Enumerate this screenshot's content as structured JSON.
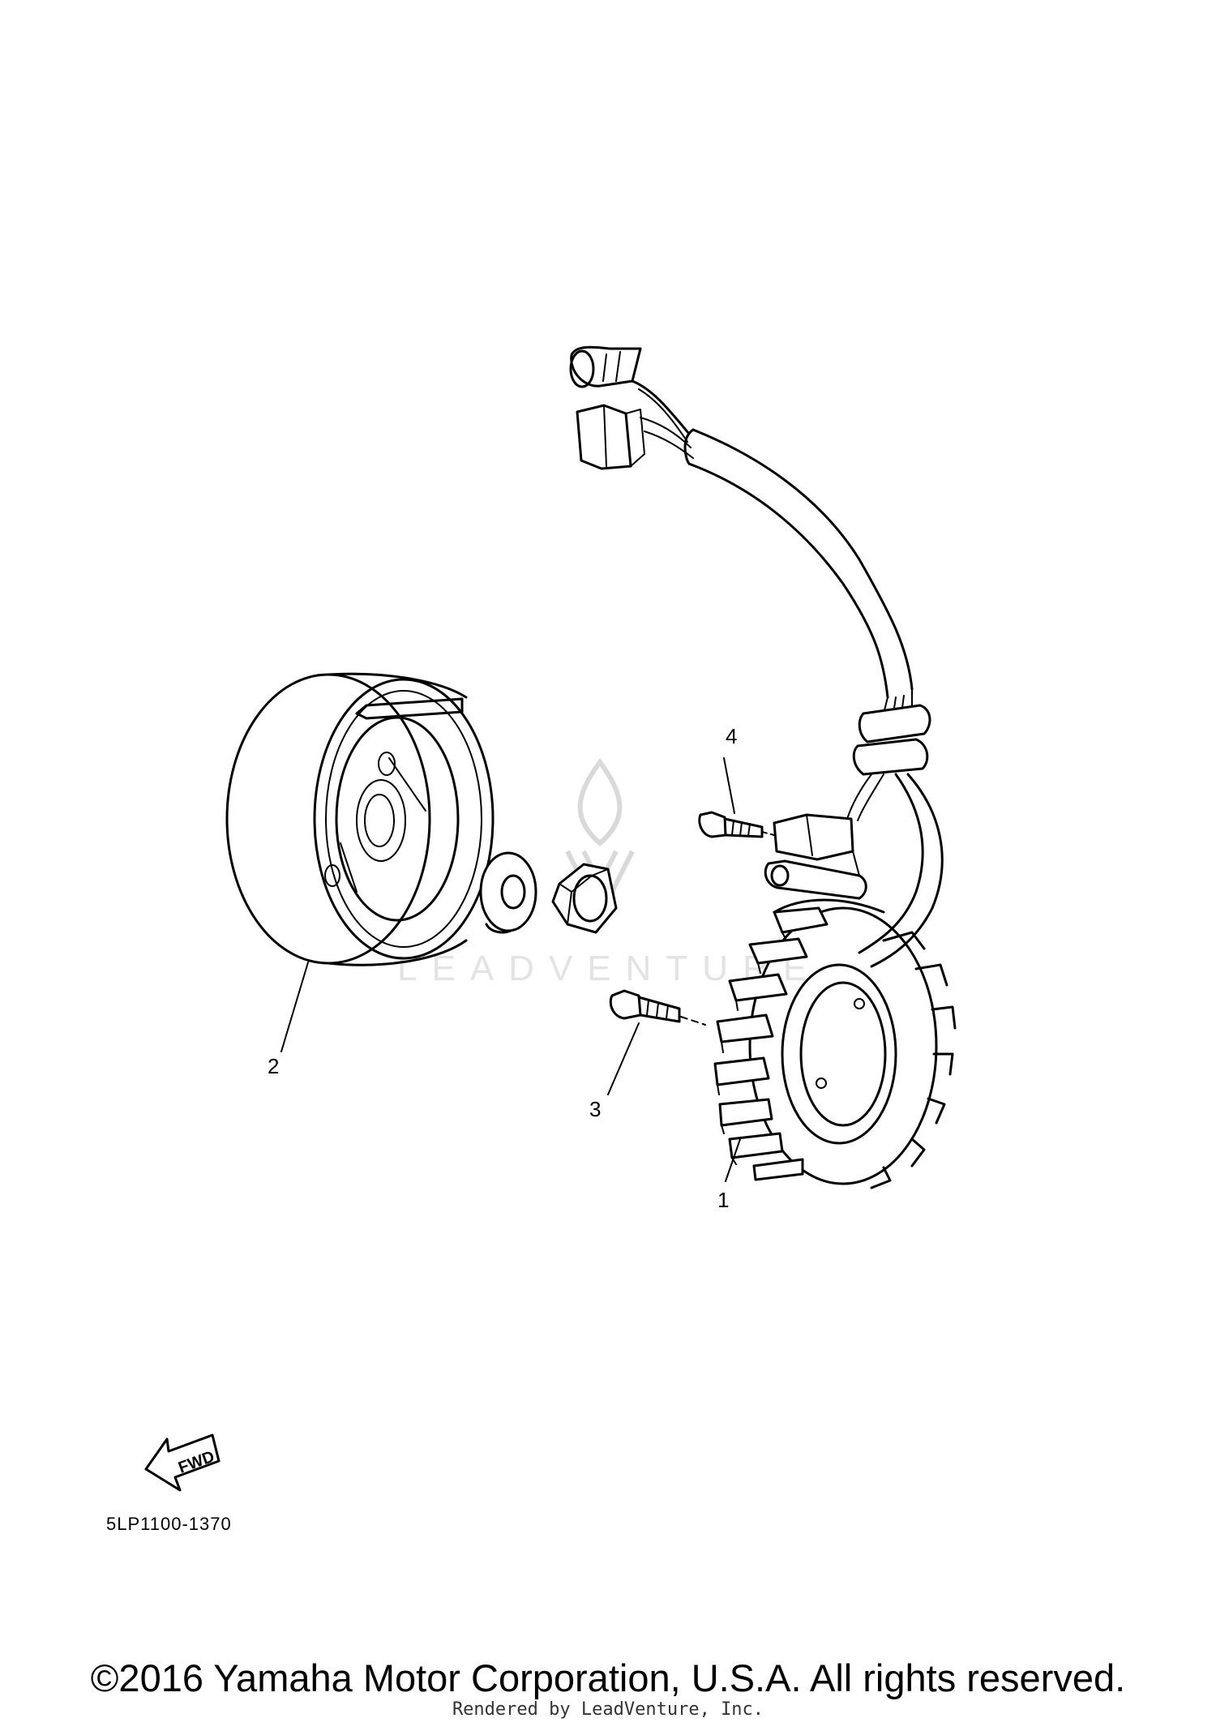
{
  "callouts": {
    "part_1": "1",
    "part_2": "2",
    "part_3": "3",
    "part_4": "4"
  },
  "fwd_label": "FWD",
  "diagram_code": "5LP1100-1370",
  "copyright": "©2016 Yamaha Motor Corporation, U.S.A. All rights reserved.",
  "rendered_by": "Rendered by LeadVenture, Inc.",
  "watermark": "LEADVENTURE"
}
